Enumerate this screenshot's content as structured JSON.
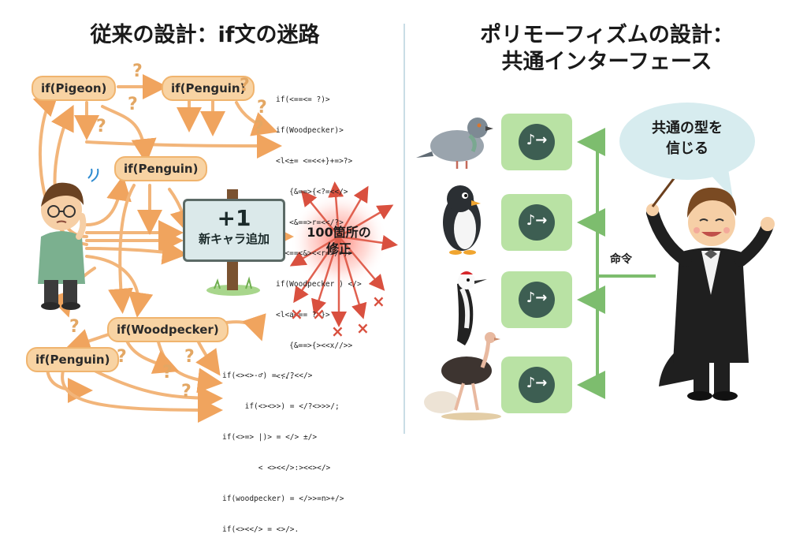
{
  "left": {
    "title": "従来の設計：if文の迷路",
    "nodes": {
      "pigeon": "if(Pigeon)",
      "penguin_top": "if(Penguin)",
      "penguin_mid": "if(Penguin)",
      "woodpecker": "if(Woodpecker)",
      "penguin_bottom": "if(Penguin)"
    },
    "question_mark": "?",
    "code_top": [
      "if(<==<= ?)>",
      "if(Woodpecker)>",
      "<l<±= <=<<+}+=>?>",
      "   {&==>{<?=<</>",
      "   <&==>r=<</?>",
      "<l<==<&><<r=>/>)>",
      "if(Woodpecker ) </>",
      "<l<a<== ?-}>",
      "   {&==>{><<x//>>",
      "<..."
    ],
    "code_bottom": [
      "if(<><>-♂) = </?<</>",
      "     if(<><>>) = </?<>>>/;",
      "if(<>=> |)> = </> ±/>",
      "        < <><</>:><<></>",
      "if(woodpecker) = </>>=n>+/>",
      "if(<><</> = <>/>."
    ],
    "sign": {
      "big": "+1",
      "small": "新キャラ追加"
    },
    "fix": {
      "line1": "100箇所の",
      "line2": "修正"
    },
    "cross_mark": "×"
  },
  "right": {
    "title_line1": "ポリモーフィズムの設計：",
    "title_line2": "共通インターフェース",
    "note_symbol": "♪→",
    "bubble": {
      "line1": "共通の型を",
      "line2": "信じる"
    },
    "command_label": "命令"
  },
  "colors": {
    "if_fill": "#f8d3a3",
    "if_border": "#f0b46e",
    "flow_orange": "#f2b57a",
    "burst_red": "#e0604f",
    "green_box": "#b9e2a4",
    "green_arrow": "#7dbd6e",
    "bubble_blue": "#d7ecef"
  }
}
